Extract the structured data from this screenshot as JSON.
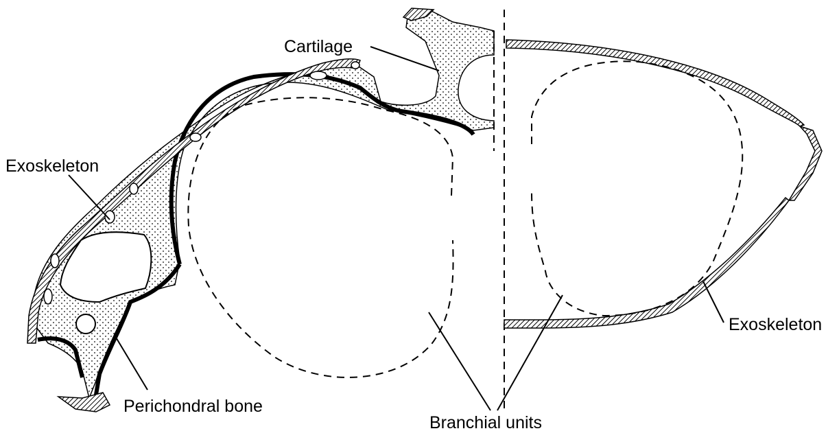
{
  "labels": {
    "cartilage": "Cartilage",
    "exoskeleton_left": "Exoskeleton",
    "perichondral_bone": "Perichondral bone",
    "exoskeleton_right": "Exoskeleton",
    "branchial_units": "Branchial units"
  },
  "colors": {
    "ink": "#000000",
    "paper": "#ffffff"
  }
}
